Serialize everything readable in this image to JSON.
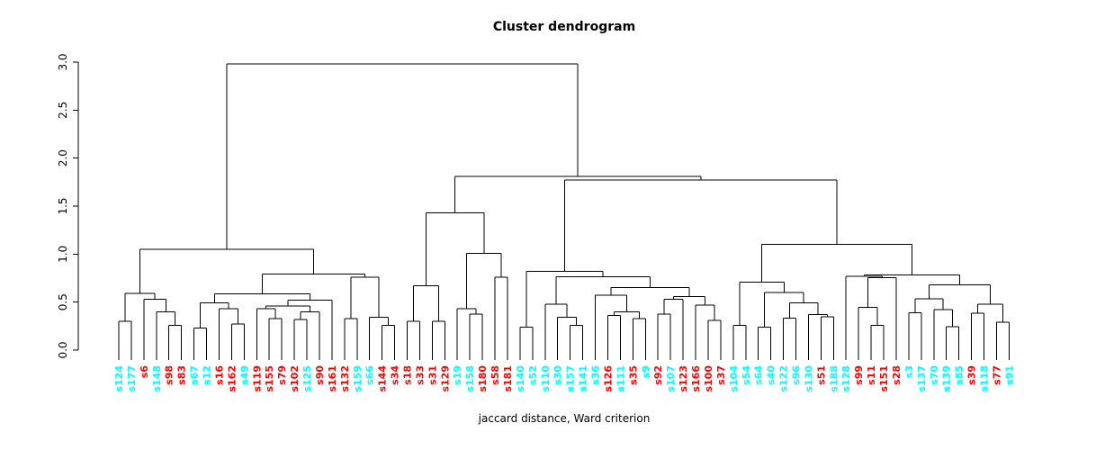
{
  "chart_data": {
    "type": "dendrogram",
    "title": "Cluster dendrogram",
    "xlabel": "jaccard distance, Ward criterion",
    "ylim": [
      0,
      3
    ],
    "yticks": [
      0.0,
      0.5,
      1.0,
      1.5,
      2.0,
      2.5,
      3.0
    ],
    "grid": false,
    "line_color": "#000000",
    "label_colors": {
      "cyan": "#00FFFF",
      "red": "#FF0000"
    },
    "leaves": [
      {
        "label": "s124",
        "color": "cyan"
      },
      {
        "label": "s177",
        "color": "cyan"
      },
      {
        "label": "s6",
        "color": "red"
      },
      {
        "label": "s148",
        "color": "cyan"
      },
      {
        "label": "s98",
        "color": "red"
      },
      {
        "label": "s83",
        "color": "red"
      },
      {
        "label": "s67",
        "color": "cyan"
      },
      {
        "label": "s12",
        "color": "cyan"
      },
      {
        "label": "s16",
        "color": "red"
      },
      {
        "label": "s162",
        "color": "red"
      },
      {
        "label": "s49",
        "color": "cyan"
      },
      {
        "label": "s119",
        "color": "red"
      },
      {
        "label": "s155",
        "color": "red"
      },
      {
        "label": "s79",
        "color": "red"
      },
      {
        "label": "s102",
        "color": "red"
      },
      {
        "label": "s125",
        "color": "cyan"
      },
      {
        "label": "s90",
        "color": "red"
      },
      {
        "label": "s161",
        "color": "red"
      },
      {
        "label": "s132",
        "color": "red"
      },
      {
        "label": "s159",
        "color": "cyan"
      },
      {
        "label": "s66",
        "color": "cyan"
      },
      {
        "label": "s144",
        "color": "red"
      },
      {
        "label": "s34",
        "color": "red"
      },
      {
        "label": "s18",
        "color": "red"
      },
      {
        "label": "s33",
        "color": "red"
      },
      {
        "label": "s31",
        "color": "red"
      },
      {
        "label": "s129",
        "color": "red"
      },
      {
        "label": "s19",
        "color": "cyan"
      },
      {
        "label": "s158",
        "color": "cyan"
      },
      {
        "label": "s180",
        "color": "red"
      },
      {
        "label": "s58",
        "color": "red"
      },
      {
        "label": "s181",
        "color": "red"
      },
      {
        "label": "s140",
        "color": "cyan"
      },
      {
        "label": "s52",
        "color": "cyan"
      },
      {
        "label": "s110",
        "color": "cyan"
      },
      {
        "label": "s30",
        "color": "cyan"
      },
      {
        "label": "s157",
        "color": "cyan"
      },
      {
        "label": "s141",
        "color": "cyan"
      },
      {
        "label": "s36",
        "color": "cyan"
      },
      {
        "label": "s126",
        "color": "red"
      },
      {
        "label": "s111",
        "color": "cyan"
      },
      {
        "label": "s35",
        "color": "red"
      },
      {
        "label": "s9",
        "color": "cyan"
      },
      {
        "label": "s92",
        "color": "red"
      },
      {
        "label": "s107",
        "color": "cyan"
      },
      {
        "label": "s123",
        "color": "red"
      },
      {
        "label": "s166",
        "color": "red"
      },
      {
        "label": "s100",
        "color": "red"
      },
      {
        "label": "s37",
        "color": "red"
      },
      {
        "label": "s104",
        "color": "cyan"
      },
      {
        "label": "s54",
        "color": "cyan"
      },
      {
        "label": "s64",
        "color": "cyan"
      },
      {
        "label": "s40",
        "color": "cyan"
      },
      {
        "label": "s122",
        "color": "cyan"
      },
      {
        "label": "s96",
        "color": "cyan"
      },
      {
        "label": "s130",
        "color": "cyan"
      },
      {
        "label": "s51",
        "color": "red"
      },
      {
        "label": "s188",
        "color": "cyan"
      },
      {
        "label": "s128",
        "color": "cyan"
      },
      {
        "label": "s99",
        "color": "red"
      },
      {
        "label": "s11",
        "color": "red"
      },
      {
        "label": "s151",
        "color": "red"
      },
      {
        "label": "s28",
        "color": "red"
      },
      {
        "label": "s3",
        "color": "cyan"
      },
      {
        "label": "s137",
        "color": "cyan"
      },
      {
        "label": "s70",
        "color": "cyan"
      },
      {
        "label": "s139",
        "color": "cyan"
      },
      {
        "label": "s85",
        "color": "cyan"
      },
      {
        "label": "s39",
        "color": "red"
      },
      {
        "label": "s118",
        "color": "cyan"
      },
      {
        "label": "s77",
        "color": "red"
      },
      {
        "label": "s91",
        "color": "cyan"
      }
    ],
    "tree": {
      "h": 2.98,
      "c": [
        {
          "h": 1.05,
          "c": [
            {
              "h": 0.59,
              "c": [
                {
                  "h": 0.3,
                  "c": [
                    0,
                    1
                  ]
                },
                {
                  "h": 0.53,
                  "c": [
                    2,
                    {
                      "h": 0.4,
                      "c": [
                        3,
                        {
                          "h": 0.26,
                          "c": [
                            4,
                            5
                          ]
                        }
                      ]
                    }
                  ]
                }
              ]
            },
            {
              "h": 0.79,
              "c": [
                {
                  "h": 0.585,
                  "c": [
                    {
                      "h": 0.49,
                      "c": [
                        {
                          "h": 0.23,
                          "c": [
                            6,
                            7
                          ]
                        },
                        {
                          "h": 0.43,
                          "c": [
                            8,
                            {
                              "h": 0.27,
                              "c": [
                                9,
                                10
                              ]
                            }
                          ]
                        }
                      ]
                    },
                    {
                      "h": 0.52,
                      "c": [
                        {
                          "h": 0.46,
                          "c": [
                            {
                              "h": 0.43,
                              "c": [
                                11,
                                {
                                  "h": 0.33,
                                  "c": [
                                    12,
                                    13
                                  ]
                                }
                              ]
                            },
                            {
                              "h": 0.4,
                              "c": [
                                {
                                  "h": 0.32,
                                  "c": [
                                    14,
                                    15
                                  ]
                                },
                                16
                              ]
                            }
                          ]
                        },
                        17
                      ]
                    }
                  ]
                },
                {
                  "h": 0.76,
                  "c": [
                    {
                      "h": 0.33,
                      "c": [
                        18,
                        19
                      ]
                    },
                    {
                      "h": 0.34,
                      "c": [
                        20,
                        {
                          "h": 0.26,
                          "c": [
                            21,
                            22
                          ]
                        }
                      ]
                    }
                  ]
                }
              ]
            }
          ]
        },
        {
          "h": 1.81,
          "c": [
            {
              "h": 1.43,
              "c": [
                {
                  "h": 0.67,
                  "c": [
                    {
                      "h": 0.3,
                      "c": [
                        23,
                        24
                      ]
                    },
                    {
                      "h": 0.3,
                      "c": [
                        25,
                        26
                      ]
                    }
                  ]
                },
                {
                  "h": 1.01,
                  "c": [
                    {
                      "h": 0.43,
                      "c": [
                        27,
                        {
                          "h": 0.375,
                          "c": [
                            28,
                            29
                          ]
                        }
                      ]
                    },
                    {
                      "h": 0.76,
                      "c": [
                        30,
                        31
                      ]
                    }
                  ]
                }
              ]
            },
            {
              "h": 1.77,
              "c": [
                {
                  "h": 0.82,
                  "c": [
                    {
                      "h": 0.24,
                      "c": [
                        32,
                        33
                      ]
                    },
                    {
                      "h": 0.765,
                      "c": [
                        {
                          "h": 0.48,
                          "c": [
                            34,
                            {
                              "h": 0.34,
                              "c": [
                                35,
                                {
                                  "h": 0.26,
                                  "c": [
                                    36,
                                    37
                                  ]
                                }
                              ]
                            }
                          ]
                        },
                        {
                          "h": 0.65,
                          "c": [
                            {
                              "h": 0.57,
                              "c": [
                                38,
                                {
                                  "h": 0.4,
                                  "c": [
                                    {
                                      "h": 0.36,
                                      "c": [
                                        39,
                                        40
                                      ]
                                    },
                                    {
                                      "h": 0.33,
                                      "c": [
                                        41,
                                        42
                                      ]
                                    }
                                  ]
                                }
                              ]
                            },
                            {
                              "h": 0.56,
                              "c": [
                                {
                                  "h": 0.53,
                                  "c": [
                                    {
                                      "h": 0.375,
                                      "c": [
                                        43,
                                        44
                                      ]
                                    },
                                    45
                                  ]
                                },
                                {
                                  "h": 0.47,
                                  "c": [
                                    46,
                                    {
                                      "h": 0.31,
                                      "c": [
                                        47,
                                        48
                                      ]
                                    }
                                  ]
                                }
                              ]
                            }
                          ]
                        }
                      ]
                    }
                  ]
                },
                {
                  "h": 1.1,
                  "c": [
                    {
                      "h": 0.71,
                      "c": [
                        {
                          "h": 0.26,
                          "c": [
                            49,
                            50
                          ]
                        },
                        {
                          "h": 0.6,
                          "c": [
                            {
                              "h": 0.24,
                              "c": [
                                51,
                                52
                              ]
                            },
                            {
                              "h": 0.49,
                              "c": [
                                {
                                  "h": 0.335,
                                  "c": [
                                    53,
                                    54
                                  ]
                                },
                                {
                                  "h": 0.37,
                                  "c": [
                                    55,
                                    {
                                      "h": 0.345,
                                      "c": [
                                        56,
                                        57
                                      ]
                                    }
                                  ]
                                }
                              ]
                            }
                          ]
                        }
                      ]
                    },
                    {
                      "h": 0.785,
                      "c": [
                        {
                          "h": 0.77,
                          "c": [
                            58,
                            {
                              "h": 0.755,
                              "c": [
                                {
                                  "h": 0.446,
                                  "c": [
                                    59,
                                    {
                                      "h": 0.26,
                                      "c": [
                                        60,
                                        61
                                      ]
                                    }
                                  ]
                                },
                                62
                              ]
                            }
                          ]
                        },
                        {
                          "h": 0.68,
                          "c": [
                            {
                              "h": 0.534,
                              "c": [
                                {
                                  "h": 0.39,
                                  "c": [
                                    63,
                                    64
                                  ]
                                },
                                {
                                  "h": 0.42,
                                  "c": [
                                    65,
                                    {
                                      "h": 0.245,
                                      "c": [
                                        66,
                                        67
                                      ]
                                    }
                                  ]
                                }
                              ]
                            },
                            {
                              "h": 0.478,
                              "c": [
                                {
                                  "h": 0.384,
                                  "c": [
                                    68,
                                    69
                                  ]
                                },
                                {
                                  "h": 0.29,
                                  "c": [
                                    70,
                                    71
                                  ]
                                }
                              ]
                            }
                          ]
                        }
                      ]
                    }
                  ]
                }
              ]
            }
          ]
        }
      ]
    }
  }
}
